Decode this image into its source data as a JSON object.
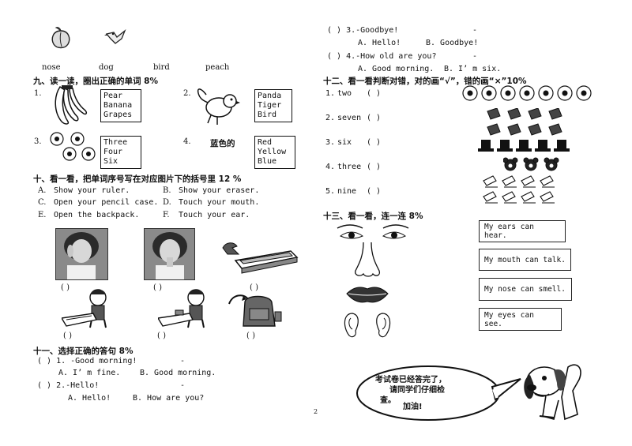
{
  "top_labels": [
    "nose",
    "dog",
    "bird",
    "peach"
  ],
  "section9": {
    "title": "九、读一读，圈出正确的单词 8%",
    "items": [
      {
        "num": "1.",
        "words": [
          "Pear",
          "Banana",
          "Grapes"
        ]
      },
      {
        "num": "2.",
        "words": [
          "Panda",
          "Tiger",
          "Bird"
        ]
      },
      {
        "num": "3.",
        "words": [
          "Three",
          "Four",
          "Six"
        ]
      },
      {
        "num": "4.",
        "picture_text": "蓝色的",
        "words": [
          "Red",
          "Yellow",
          "Blue"
        ]
      }
    ]
  },
  "section10": {
    "title": "十、看一看，把单词序号写在对应图片下的括号里 12 %",
    "options": [
      {
        "letter": "A.",
        "text": "Show your ruler."
      },
      {
        "letter": "B.",
        "text": "Show your eraser."
      },
      {
        "letter": "C.",
        "text": "Open your pencil case."
      },
      {
        "letter": "D.",
        "text": "Touch your mouth."
      },
      {
        "letter": "E.",
        "text": "Open the backpack."
      },
      {
        "letter": "F.",
        "text": "Touch your ear."
      }
    ],
    "blank": "(      )"
  },
  "section11": {
    "title": "十一、选择正确的答句 8%",
    "questions": [
      {
        "stem": "(      ) 1. -Good morning!",
        "dash": "-",
        "a": "A. I’ m fine.",
        "b": "B. Good morning."
      },
      {
        "stem": "(      ) 2.-Hello!",
        "dash": "-",
        "a": "A. Hello!",
        "b": "B. How are you?"
      },
      {
        "stem": "(      ) 3.-Goodbye!",
        "dash": "-",
        "a": "A.  Hello!",
        "b": "B. Goodbye!"
      },
      {
        "stem": "(      ) 4.-How old are you?",
        "dash": "-",
        "a": "A. Good morning.",
        "b": "B. I’ m six."
      }
    ]
  },
  "section12": {
    "title": "十二、看一看判断对错，对的画“√”，错的画“×”10%",
    "items": [
      {
        "num": "1.",
        "word": "two",
        "blank": "(      )"
      },
      {
        "num": "2.",
        "word": "seven",
        "blank": "(      )"
      },
      {
        "num": "3.",
        "word": "six",
        "blank": "(      )"
      },
      {
        "num": "4.",
        "word": "three",
        "blank": "(      )"
      },
      {
        "num": "5.",
        "word": "nine",
        "blank": "(      )"
      }
    ]
  },
  "section13": {
    "title": "十三、看一看，连一连 8%",
    "sentences": [
      "My ears can hear.",
      "My mouth can talk.",
      "My nose can smell.",
      "My eyes can see."
    ]
  },
  "bubble": {
    "line1": "考试卷已经答完了，",
    "line2": "请同学们仔细检",
    "line3": "查。",
    "line4": "加油!"
  },
  "page_number": "2"
}
